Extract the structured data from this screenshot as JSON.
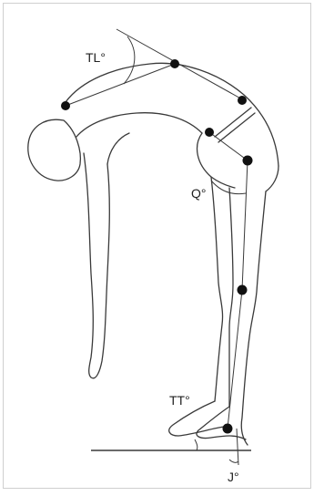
{
  "figure": {
    "labels": {
      "tl": "TL°",
      "q": "Q°",
      "tt": "TT°",
      "j": "J°"
    },
    "colors": {
      "stroke": "#3a3a3a",
      "marker": "#111111",
      "frame": "#cfcfcf",
      "background": "#ffffff"
    },
    "markers": [
      "thoracic-upper",
      "thoracic-apex",
      "lumbar",
      "sacrum",
      "greater-trochanter",
      "knee",
      "ankle"
    ]
  }
}
